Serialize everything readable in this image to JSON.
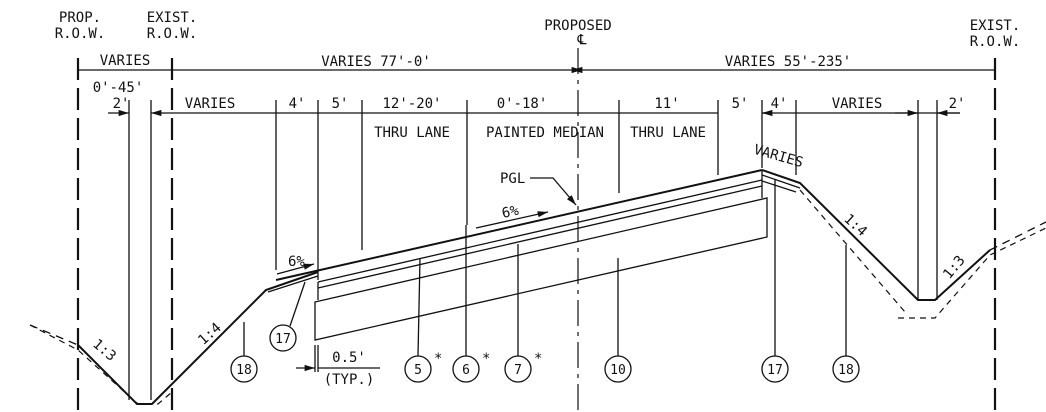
{
  "labels": {
    "prop_row": [
      "PROP.",
      "R.O.W."
    ],
    "exist_row_left": [
      "EXIST.",
      "R.O.W."
    ],
    "proposed_cl": [
      "PROPOSED",
      "℄"
    ],
    "exist_row_right": [
      "EXIST.",
      "R.O.W."
    ]
  },
  "dimensions": {
    "varies_left": "VARIES",
    "range_0_45": "0'-45'",
    "varies_77": "VARIES 77'-0'",
    "varies_55_235": "VARIES 55'-235'",
    "two_ft_left": "2'",
    "varies_mid_left": "VARIES",
    "four_ft_left": "4'",
    "five_ft_left": "5'",
    "twelve_twenty": "12'-20'",
    "zero_eighteen": "0'-18'",
    "eleven": "11'",
    "five_ft_right": "5'",
    "four_ft_right": "4'",
    "varies_right": "VARIES",
    "two_ft_right": "2'",
    "half_ft": "0.5'",
    "typ": "(TYP.)"
  },
  "lanes": {
    "thru_lane_left": "THRU LANE",
    "painted_median": "PAINTED MEDIAN",
    "thru_lane_right": "THRU LANE"
  },
  "annotations": {
    "pgl": "PGL",
    "slope_6_left": "6%",
    "slope_6_mid": "6%",
    "varies_shoulder": "VARIES",
    "slope_1_3_left": "1:3",
    "slope_1_4_left": "1:4",
    "slope_1_4_right": "1:4",
    "slope_1_3_right": "1:3"
  },
  "callouts": {
    "c17_left": "17",
    "c18_left": "18",
    "c5": "5",
    "c6": "6",
    "c7": "7",
    "c10": "10",
    "c17_right": "17",
    "c18_right": "18",
    "asterisk": "*"
  }
}
